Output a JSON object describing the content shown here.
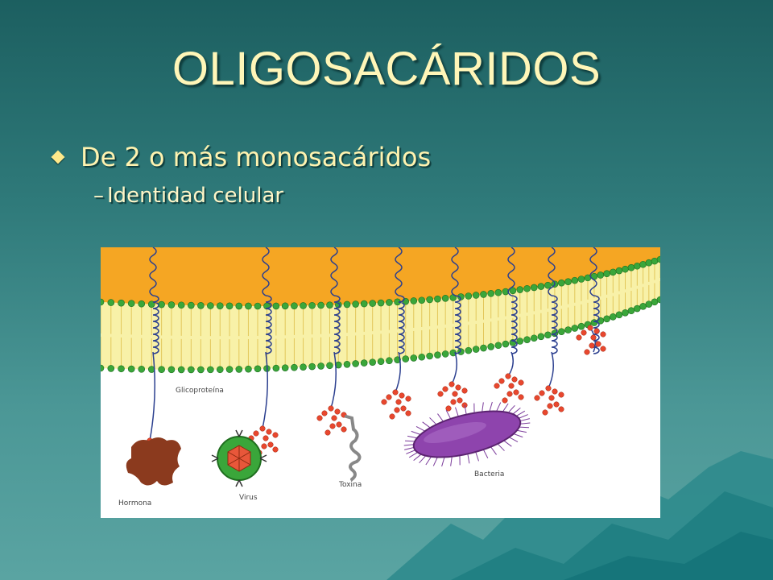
{
  "slide": {
    "title": "OLIGOSACÁRIDOS",
    "bullet": "De 2 o más monosacáridos",
    "sub_bullet": "Identidad celular"
  },
  "figure": {
    "labels": {
      "glycoprotein": "Glicoproteína",
      "hormone": "Hormona",
      "virus": "Virus",
      "toxin": "Toxina",
      "bacteria": "Bacteria"
    }
  },
  "colors": {
    "title": "#fff6b8",
    "bullet": "#fff3b0",
    "membrane_top": "#f5a623",
    "bilayer": "#f7f0a0",
    "head_beads": "#3aa63a",
    "sugar_beads": "#e8472e",
    "bacteria": "#8e44ad",
    "virus": "#3aa63a"
  }
}
